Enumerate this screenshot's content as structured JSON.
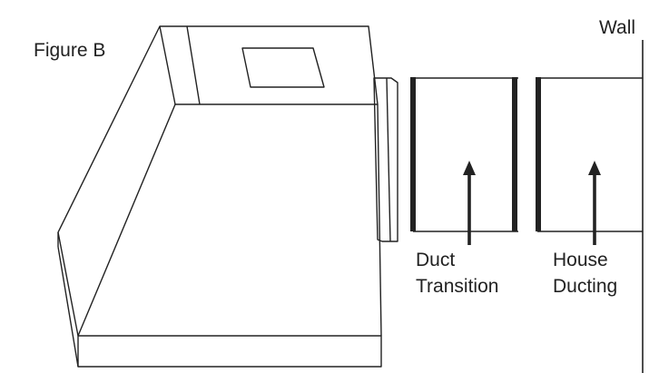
{
  "figure_label": "Figure B",
  "labels": {
    "wall": "Wall",
    "duct_transition": [
      "Duct",
      "Transition"
    ],
    "house_ducting": [
      "House",
      "Ducting"
    ]
  },
  "colors": {
    "line": "#222222",
    "background": "#ffffff"
  }
}
